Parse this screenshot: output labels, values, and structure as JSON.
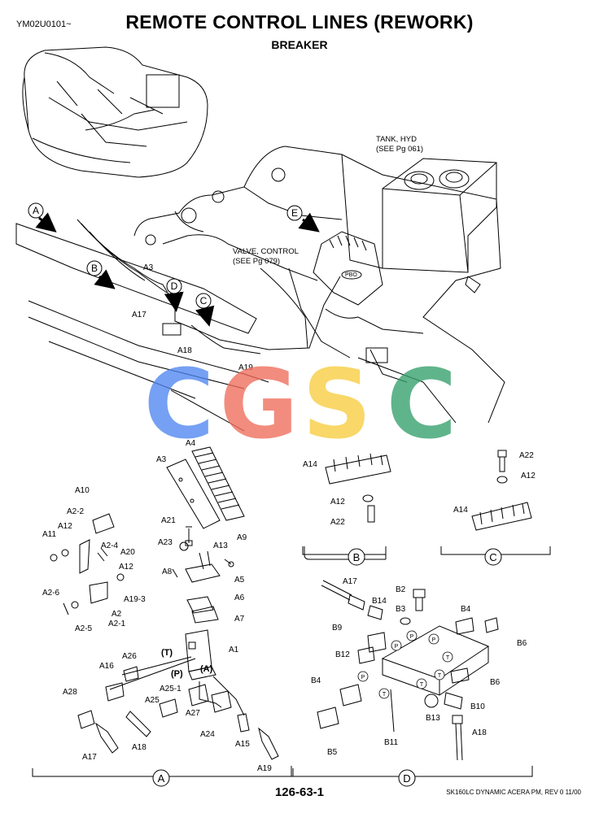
{
  "header": {
    "code": "YM02U0101~",
    "title": "REMOTE CONTROL LINES (REWORK)",
    "subtitle": "BREAKER"
  },
  "notes": {
    "tank_line1": "TANK, HYD",
    "tank_line2": "(SEE Pg 061)",
    "valve_line1": "VALVE, CONTROL",
    "valve_line2": "(SEE Pg 079)",
    "pbo": "PBO"
  },
  "watermark": {
    "letters": [
      "C",
      "G",
      "S",
      "C"
    ],
    "colors": [
      "#4f86f0",
      "#ef6c5a",
      "#f8cd3e",
      "#34a06b"
    ]
  },
  "callouts": [
    "A",
    "B",
    "C",
    "D",
    "E"
  ],
  "parts": {
    "A2": "A2",
    "A2_1": "A2-1",
    "A2_2": "A2-2",
    "A2_4": "A2-4",
    "A2_5": "A2-5",
    "A2_6": "A2-6",
    "A3": "A3",
    "A4": "A4",
    "A5": "A5",
    "A6": "A6",
    "A7": "A7",
    "A8": "A8",
    "A9": "A9",
    "A10": "A10",
    "A11": "A11",
    "A12": "A12",
    "A13": "A13",
    "A14": "A14",
    "A15": "A15",
    "A16": "A16",
    "A17": "A17",
    "A18": "A18",
    "A19": "A19",
    "A19_3": "A19-3",
    "A20": "A20",
    "A21": "A21",
    "A22": "A22",
    "A23": "A23",
    "A24": "A24",
    "A25": "A25",
    "A25_1": "A25-1",
    "A26": "A26",
    "A27": "A27",
    "A28": "A28",
    "A1": "A1",
    "B2": "B2",
    "B3": "B3",
    "B4": "B4",
    "B5": "B5",
    "B6": "B6",
    "B9": "B9",
    "B10": "B10",
    "B11": "B11",
    "B12": "B12",
    "B13": "B13",
    "B14": "B14",
    "port_T": "(T)",
    "port_P": "(P)",
    "port_A": "(A)",
    "P": "P",
    "T": "T"
  },
  "footer": {
    "page": "126-63-1",
    "model": "SK160LC DYNAMIC ACERA PM,  REV 0 11/00"
  }
}
